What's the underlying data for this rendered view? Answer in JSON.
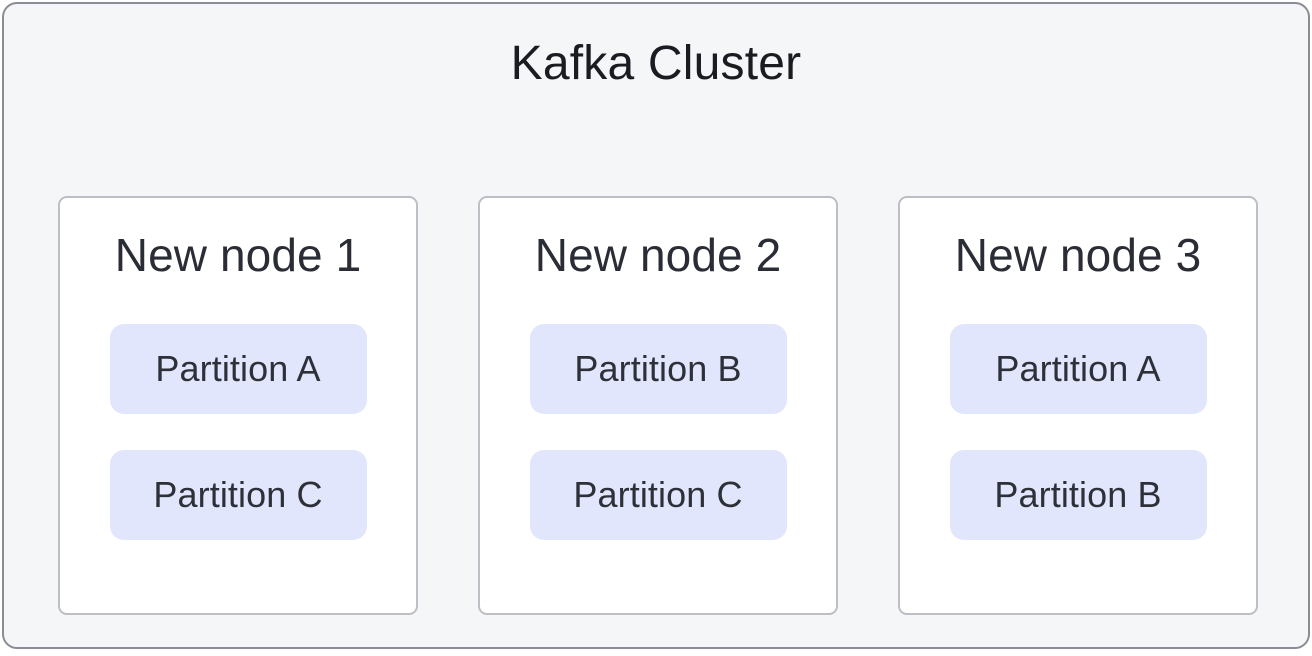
{
  "diagram": {
    "title": "Kafka Cluster",
    "colors": {
      "container_background": "#f5f6f8",
      "container_border": "#8b8c96",
      "node_background": "#ffffff",
      "node_border": "#bdbec6",
      "partition_background": "#e2e6fc",
      "title_text": "#1b1c21",
      "node_title_text": "#2b2d36",
      "partition_text": "#2e3039"
    },
    "nodes": [
      {
        "title": "New node 1",
        "partitions": [
          {
            "label": "Partition A"
          },
          {
            "label": "Partition C"
          }
        ]
      },
      {
        "title": "New node 2",
        "partitions": [
          {
            "label": "Partition B"
          },
          {
            "label": "Partition C"
          }
        ]
      },
      {
        "title": "New node 3",
        "partitions": [
          {
            "label": "Partition A"
          },
          {
            "label": "Partition B"
          }
        ]
      }
    ]
  }
}
